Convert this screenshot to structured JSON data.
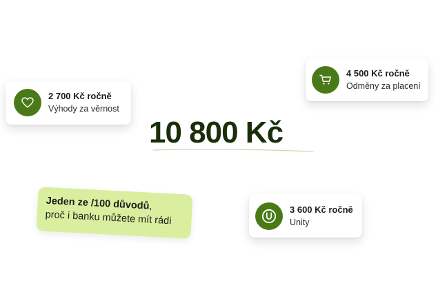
{
  "cards": {
    "loyalty": {
      "amount": "2 700 Kč ročně",
      "label": "Výhody za věrnost",
      "icon": "heart-icon"
    },
    "payments": {
      "amount": "4 500 Kč ročně",
      "label": "Odměny za placení",
      "icon": "cart-icon"
    },
    "unity": {
      "amount": "3 600 Kč ročně",
      "label": "Unity",
      "icon": "unity-logo-icon"
    }
  },
  "total": {
    "amount": "10 800 Kč"
  },
  "promo": {
    "line1_bold": "Jeden ze /100 důvodů",
    "line1_rest": ",",
    "line2": "proč i banku můžete mít rádi"
  },
  "colors": {
    "accent": "#4a7a17",
    "promo_bg": "#d9ef9f",
    "total_text": "#1a2e0a"
  }
}
